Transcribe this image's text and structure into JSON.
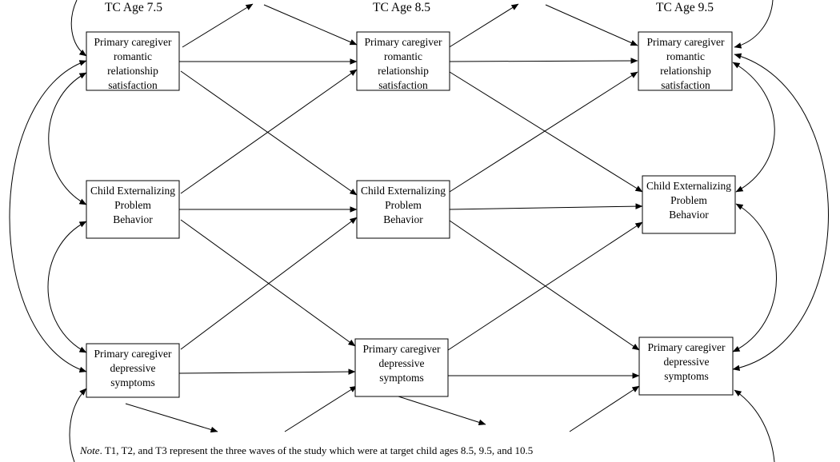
{
  "headers": {
    "t1": "TC Age 7.5",
    "t2": "TC Age 8.5",
    "t3": "TC Age 9.5"
  },
  "nodes": {
    "rel": {
      "t1": [
        "Primary caregiver",
        "romantic",
        "relationship",
        "satisfaction"
      ],
      "t2": [
        "Primary caregiver",
        "romantic",
        "relationship",
        "satisfaction"
      ],
      "t3": [
        "Primary caregiver",
        "romantic",
        "relationship",
        "satisfaction"
      ]
    },
    "ext": {
      "t1": [
        "Child Externalizing",
        "Problem",
        "Behavior"
      ],
      "t2": [
        "Child Externalizing",
        "Problem",
        "Behavior"
      ],
      "t3": [
        "Child Externalizing",
        "Problem",
        "Behavior"
      ]
    },
    "dep": {
      "t1": [
        "Primary caregiver",
        "depressive",
        "symptoms"
      ],
      "t2": [
        "Primary caregiver",
        "depressive",
        "symptoms"
      ],
      "t3": [
        "Primary caregiver",
        "depressive",
        "symptoms"
      ]
    }
  },
  "note": {
    "label": "Note",
    "text": ". T1, T2, and T3 represent the three waves of the study which were at target child ages 8.5, 9.5, and 10.5"
  }
}
